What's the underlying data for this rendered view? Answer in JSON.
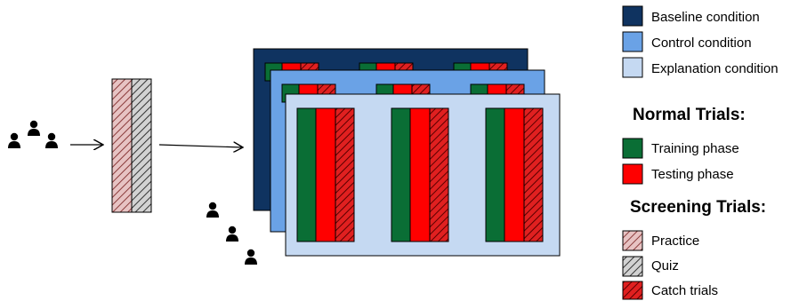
{
  "colors": {
    "baseline": "#0f3360",
    "control": "#6aa2e6",
    "explanation": "#c5d9f2",
    "training": "#0a6e35",
    "testing": "#ff0000",
    "practice": "#c98a8a",
    "quiz": "#9a9a9a",
    "catch": "#d11a1a",
    "person": "#000000"
  },
  "legend": {
    "baseline": "Baseline condition",
    "control": "Control condition",
    "explanation": "Explanation condition",
    "normal_heading": "Normal Trials:",
    "training": "Training phase",
    "testing": "Testing phase",
    "screening_heading": "Screening Trials:",
    "practice": "Practice",
    "quiz": "Quiz",
    "catch": "Catch trials"
  },
  "icons": {
    "person": "person-icon",
    "arrow": "arrow-right-icon"
  },
  "diagram": {
    "participants_group_count": 3,
    "participants_assigned_count": 3,
    "conditions_stacked": 3,
    "blocks_per_condition": 3
  }
}
